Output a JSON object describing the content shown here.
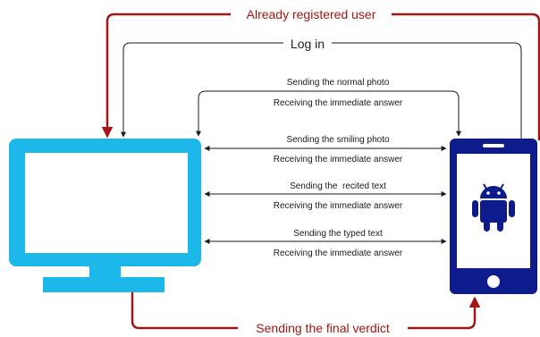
{
  "labels": {
    "already_registered": "Already registered user",
    "log_in": "Log in",
    "normal_photo": "Sending the normal photo",
    "smiling_photo": "Sending the smiling photo",
    "recited_text": "Sending the  recited text",
    "typed_text": "Sending the typed text",
    "immediate_answer": "Receiving the immediate answer",
    "final_verdict": "Sending the final verdict"
  },
  "nodes": {
    "computer": {
      "icon": "desktop-monitor-icon",
      "color": "#1cb8ea"
    },
    "phone": {
      "icon": "android-smartphone-icon",
      "color": "#0d1b8c"
    }
  },
  "colors": {
    "red_flow": "#a31616",
    "black_flow": "#1a1a1a",
    "monitor": "#1cb8ea",
    "phone": "#0d1b8c",
    "android": "#0d1b8c"
  }
}
